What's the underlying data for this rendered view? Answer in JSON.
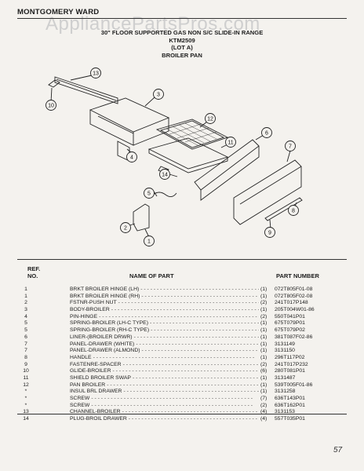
{
  "header": {
    "brand": "MONTGOMERY WARD",
    "watermark": "AppliancePartsPros.com",
    "title_line": "30\" FLOOR SUPPORTED GAS NON S/C SLIDE-IN RANGE",
    "model": "KTM2509",
    "lot": "(LOT A)",
    "section": "BROILER PAN"
  },
  "diagram": {
    "callouts": [
      "13",
      "10",
      "3",
      "12",
      "4",
      "11",
      "6",
      "14",
      "7",
      "5",
      "8",
      "9",
      "2",
      "1"
    ]
  },
  "table": {
    "ref_header": "REF.",
    "no_header": "NO.",
    "name_header": "NAME OF PART",
    "part_header": "PART NUMBER",
    "rows": [
      {
        "ref": "1",
        "name": "BRKT BROILER HINGE (LH)",
        "qty": "(1)",
        "part": "072T805F01-08"
      },
      {
        "ref": "1",
        "name": "BRKT BROILER HINGE (RH)",
        "qty": "(1)",
        "part": "072T805F02-08"
      },
      {
        "ref": "2",
        "name": "FSTNR-PUSH NUT",
        "qty": "(2)",
        "part": "241T017P148"
      },
      {
        "ref": "3",
        "name": "BODY-BROILER",
        "qty": "(1)",
        "part": "205T004W01-86"
      },
      {
        "ref": "4",
        "name": "PIN-HINGE",
        "qty": "(2)",
        "part": "550T041P01"
      },
      {
        "ref": "5",
        "name": "SPRING-BROILER (LH-C TYPE)",
        "qty": "(1)",
        "part": "675T079P01"
      },
      {
        "ref": "5",
        "name": "SPRING-BROILER (RH-C TYPE)",
        "qty": "(1)",
        "part": "675T079P02"
      },
      {
        "ref": "6",
        "name": "LINER-(BROILER DRWR)",
        "qty": "(1)",
        "part": "381T087F02-86"
      },
      {
        "ref": "7",
        "name": "PANEL-DRAWER (WHITE)",
        "qty": "(1)",
        "part": "3131149"
      },
      {
        "ref": "7",
        "name": "PANEL-DRAWER (ALMOND)",
        "qty": "(1)",
        "part": "3131150"
      },
      {
        "ref": "8",
        "name": "HANDLE",
        "qty": "(1)",
        "part": "296T117P02"
      },
      {
        "ref": "9",
        "name": "FASTENRE-SPACER",
        "qty": "(2)",
        "part": "241T017P232"
      },
      {
        "ref": "10",
        "name": "GLIDE-BROILER",
        "qty": "(6)",
        "part": "280T081P01"
      },
      {
        "ref": "11",
        "name": "SHIELD BROILER SWAP",
        "qty": "(1)",
        "part": "3131487"
      },
      {
        "ref": "12",
        "name": "PAN BROILER",
        "qty": "(1)",
        "part": "539T005F01-86"
      },
      {
        "ref": "*",
        "name": "INSUL BRL DRAWER",
        "qty": "(1)",
        "part": "3131258"
      },
      {
        "ref": "*",
        "name": "SCREW",
        "qty": "(7)",
        "part": "636T143P01"
      },
      {
        "ref": "*",
        "name": "SCREW",
        "qty": "(2)",
        "part": "636T162P01"
      },
      {
        "ref": "13",
        "name": "CHANNEL-BROILER",
        "qty": "(4)",
        "part": "3131153"
      },
      {
        "ref": "14",
        "name": "PLUG-BROIL DRAWER",
        "qty": "(4)",
        "part": "557T035P01"
      }
    ]
  },
  "footer": {
    "page": "57"
  }
}
